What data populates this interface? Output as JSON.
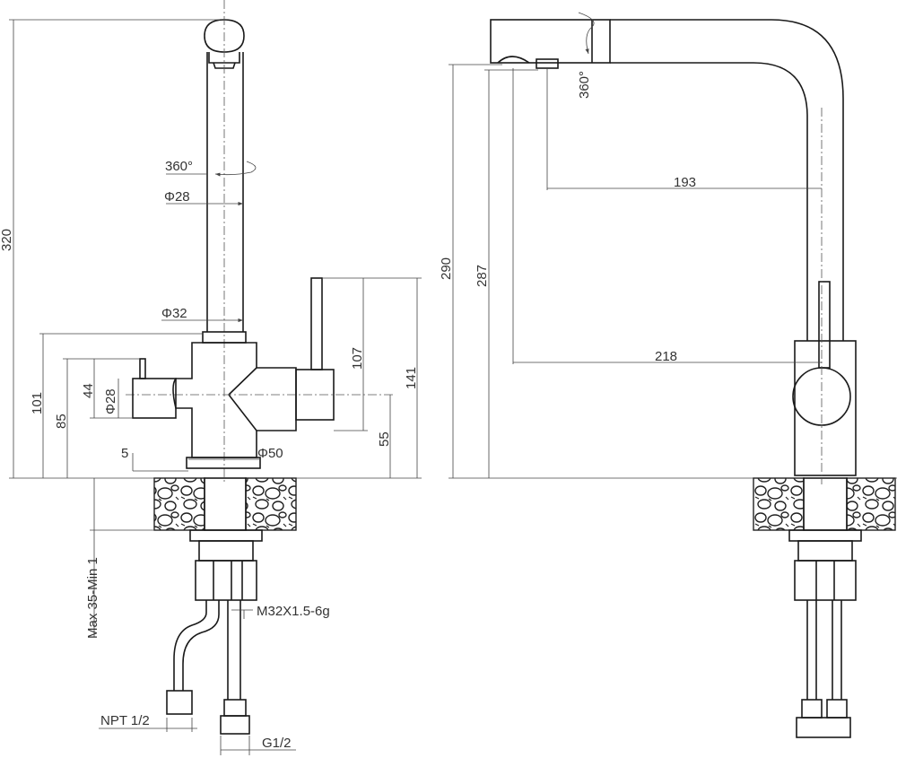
{
  "front_view": {
    "labels": {
      "rotation": "360°",
      "spout_diameter": "Φ28",
      "body_diameter": "Φ32",
      "handle_diameter": "Φ28",
      "base_diameter": "Φ50",
      "total_height": "320",
      "outlet_height": "101",
      "lever_height": "85",
      "lever_gap": "44",
      "base_offset": "5",
      "handle_height": "107",
      "handle_total": "141",
      "handle_axis": "55",
      "mount_range": "Max 35-Min 1",
      "thread": "M32X1.5-6g",
      "hose_npt": "NPT 1/2",
      "hose_g": "G1/2"
    }
  },
  "side_view": {
    "labels": {
      "rotation": "360°",
      "outlet_height": "290",
      "aerator_height": "287",
      "reach_inner": "193",
      "reach_outer": "218"
    }
  }
}
